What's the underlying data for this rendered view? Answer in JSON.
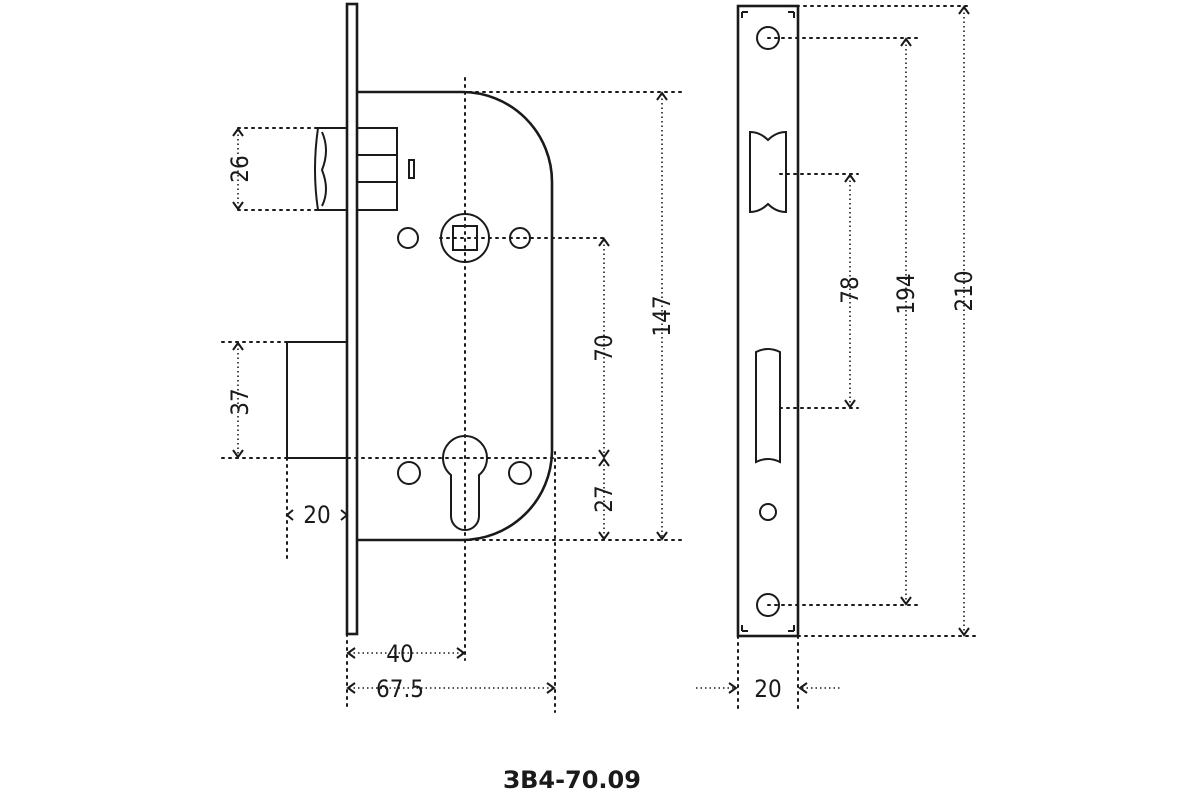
{
  "dimensions": {
    "latch_height": "26",
    "bolt_height": "37",
    "bolt_throw": "20",
    "handle_to_cylinder": "70",
    "cylinder_to_bottom": "27",
    "case_height": "147",
    "backset": "40",
    "case_depth": "67.5",
    "strike_opening": "78",
    "strike_holes": "194",
    "faceplate_height": "210",
    "faceplate_width": "20"
  },
  "model": "ЗВ4-70.09"
}
